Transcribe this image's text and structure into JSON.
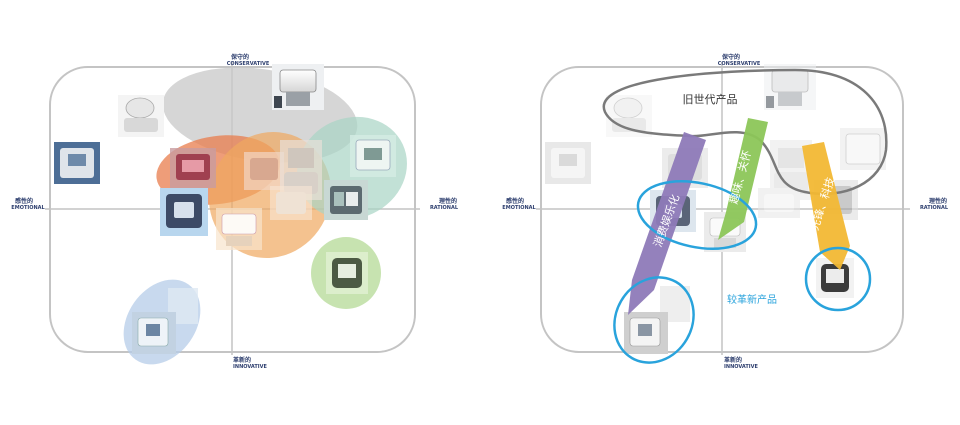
{
  "left_map": {
    "axes": {
      "top": {
        "zh": "保守的",
        "en": "CONSERVATIVE"
      },
      "bottom": {
        "zh": "革新的",
        "en": "INNOVATIVE"
      },
      "left": {
        "zh": "感性的",
        "en": "EMOTIONAL"
      },
      "right": {
        "zh": "理性的",
        "en": "RATIONAL"
      }
    }
  },
  "right_map": {
    "axes": {
      "top": {
        "zh": "保守的",
        "en": "CONSERVATIVE"
      },
      "bottom": {
        "zh": "革新的",
        "en": "INNOVATIVE"
      },
      "left": {
        "zh": "感性的",
        "en": "EMOTIONAL"
      },
      "right": {
        "zh": "理性的",
        "en": "RATIONAL"
      }
    },
    "annotations": {
      "old_generation": "旧世代产品",
      "newer_products": "较革新产品",
      "arrow_purple": "消费娱乐化",
      "arrow_green": "趣味、关怀",
      "arrow_orange": "先锋、科技"
    }
  },
  "colors": {
    "axis_navy": "#2d3e6e",
    "cluster_grey": "#c8c8c8",
    "cluster_orange": "#f0a860",
    "cluster_red_orange": "#e87c4c",
    "cluster_teal": "#a8d4c4",
    "cluster_green": "#b9dc9c",
    "cluster_blue": "#b6cce8",
    "ring_blue": "#29a3dc",
    "arrow_purple": "#8e7ab8",
    "arrow_green": "#8cc658",
    "arrow_orange": "#f2b834",
    "frame_grey": "#c4c4c4"
  }
}
